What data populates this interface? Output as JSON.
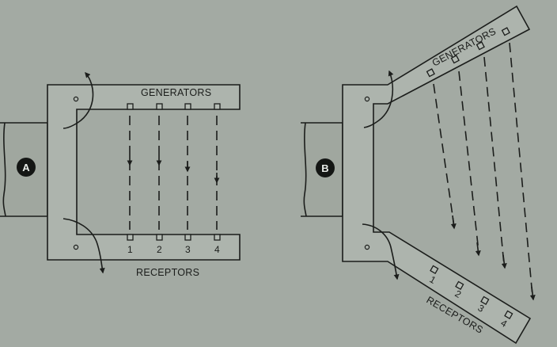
{
  "panel_a": {
    "badge": "A",
    "generators_label": "GENERATORS",
    "receptors_label": "RECEPTORS",
    "numbers": [
      "1",
      "2",
      "3",
      "4"
    ]
  },
  "panel_b": {
    "badge": "B",
    "generators_label": "GENERATORS",
    "receptors_label": "RECEPTORS",
    "numbers": [
      "1",
      "2",
      "3",
      "4"
    ]
  }
}
